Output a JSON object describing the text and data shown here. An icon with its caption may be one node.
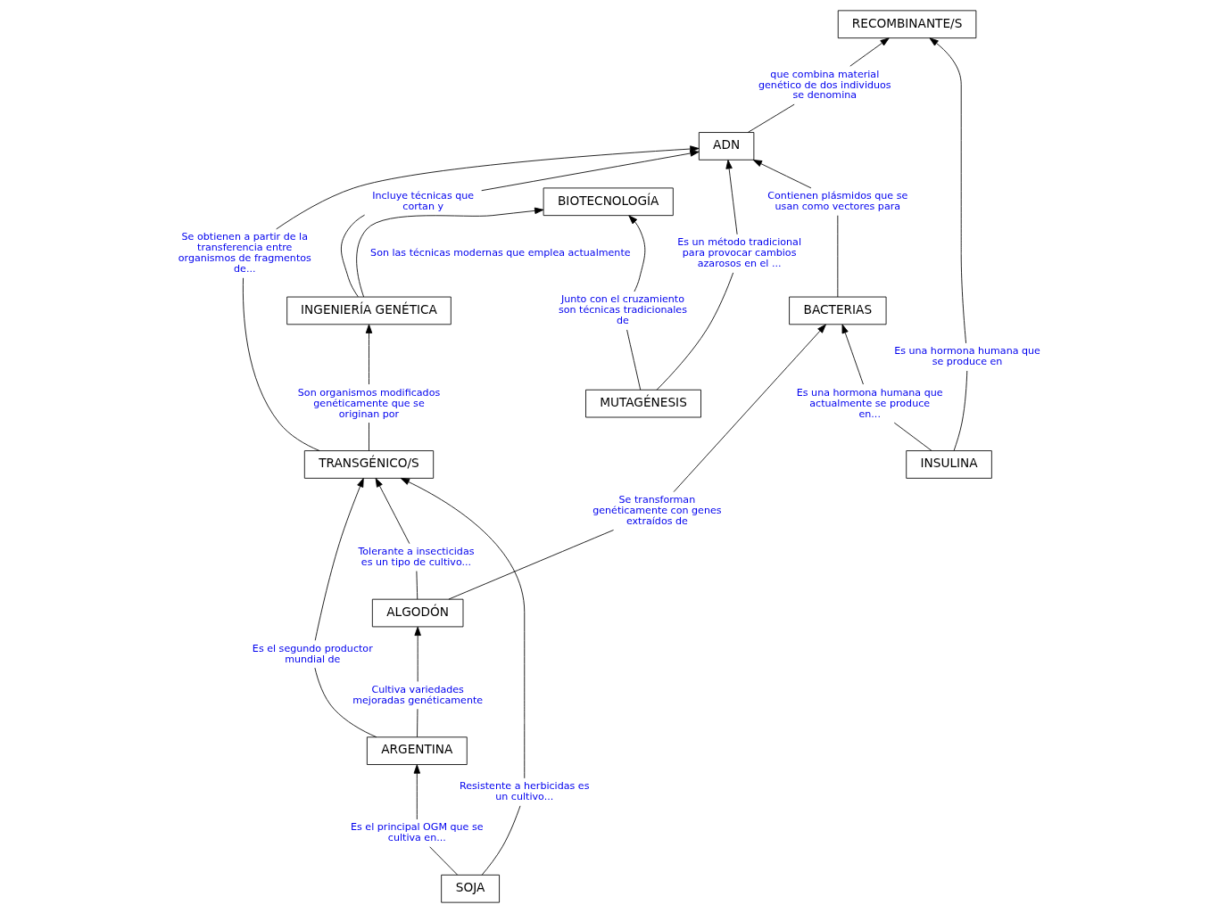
{
  "diagram": {
    "nodes": [
      {
        "text": [
          "INGENIERÍA GENÉTICA"
        ]
      },
      {
        "text": [
          "BIOTECNOLOGÍA"
        ]
      },
      {
        "text": [
          "ADN"
        ]
      },
      {
        "text": [
          "MUTAGÉNESIS"
        ]
      },
      {
        "text": [
          "RECOMBINANTE/S"
        ]
      },
      {
        "text": [
          "BACTERIAS"
        ]
      },
      {
        "text": [
          "TRANSGÉNICO/S"
        ]
      },
      {
        "text": [
          "SOJA"
        ]
      },
      {
        "text": [
          "INSULINA"
        ]
      },
      {
        "text": [
          "ARGENTINA"
        ]
      },
      {
        "text": [
          "ALGODÓN"
        ]
      },
      {
        "text": [
          "Incluye técnicas que cortan y"
        ]
      },
      {
        "text": [
          "Junto con el cruzamiento son técnicas tradicionales de"
        ]
      },
      {
        "text": [
          "Es un método tradicional para provocar cambios azarosos en el ..."
        ]
      },
      {
        "text": [
          "que combina material genético de dos individuos se denomina"
        ]
      },
      {
        "text": [
          "Son organismos modificados genéticamente que se originan por"
        ]
      },
      {
        "text": [
          "Se obtienen a partir de la transferencia entre organismos de fragmentos de..."
        ]
      },
      {
        "text": [
          "Contienen plásmidos que se usan como vectores para"
        ]
      },
      {
        "text": [
          "Es una hormona humana que actualmente se produce en..."
        ]
      },
      {
        "text": [
          "Es una hormona humana que se produce en"
        ]
      },
      {
        "text": [
          "Se transforman genéticamente con genes extraídos de"
        ]
      },
      {
        "text": [
          "Resistente a herbicidas es un cultivo..."
        ]
      },
      {
        "text": [
          "Es el segundo productor mundial de"
        ]
      },
      {
        "text": [
          "Es el principal OGM que se cultiva en..."
        ]
      },
      {
        "text": [
          "Tolerante a insecticidas es un tipo de cultivo..."
        ]
      },
      {
        "text": [
          "Cultiva variedades mejoradas genéticamente"
        ]
      }
    ],
    "edges": [
      {
        "from": 0,
        "to": 1,
        "arrow": "to",
        "label": "Son las técnicas modernas que emplea actualmente"
      },
      {
        "from": 0,
        "to": 11,
        "arrow": "none"
      },
      {
        "from": 11,
        "to": 2,
        "arrow": "to"
      },
      {
        "from": 3,
        "to": 12,
        "arrow": "none"
      },
      {
        "from": 12,
        "to": 1,
        "arrow": "to"
      },
      {
        "from": 3,
        "to": 13,
        "arrow": "none"
      },
      {
        "from": 13,
        "to": 2,
        "arrow": "to"
      },
      {
        "from": 2,
        "to": 14,
        "arrow": "none"
      },
      {
        "from": 14,
        "to": 4,
        "arrow": "to"
      },
      {
        "from": 6,
        "to": 15,
        "arrow": "none"
      },
      {
        "from": 15,
        "to": 0,
        "arrow": "to"
      },
      {
        "from": 6,
        "to": 16,
        "arrow": "none"
      },
      {
        "from": 16,
        "to": 2,
        "arrow": "to"
      },
      {
        "from": 5,
        "to": 17,
        "arrow": "none"
      },
      {
        "from": 17,
        "to": 2,
        "arrow": "to"
      },
      {
        "from": 8,
        "to": 18,
        "arrow": "none"
      },
      {
        "from": 18,
        "to": 5,
        "arrow": "to"
      },
      {
        "from": 8,
        "to": 19,
        "arrow": "none"
      },
      {
        "from": 19,
        "to": 4,
        "arrow": "to"
      },
      {
        "from": 10,
        "to": 20,
        "arrow": "none"
      },
      {
        "from": 20,
        "to": 5,
        "arrow": "to"
      },
      {
        "from": 7,
        "to": 21,
        "arrow": "none"
      },
      {
        "from": 21,
        "to": 6,
        "arrow": "to"
      },
      {
        "from": 9,
        "to": 22,
        "arrow": "none"
      },
      {
        "from": 22,
        "to": 6,
        "arrow": "to"
      },
      {
        "from": 7,
        "to": 23,
        "arrow": "none"
      },
      {
        "from": 23,
        "to": 9,
        "arrow": "to"
      },
      {
        "from": 10,
        "to": 24,
        "arrow": "none"
      },
      {
        "from": 24,
        "to": 6,
        "arrow": "to"
      },
      {
        "from": 9,
        "to": 25,
        "arrow": "none"
      },
      {
        "from": 25,
        "to": 10,
        "arrow": "to"
      }
    ]
  }
}
